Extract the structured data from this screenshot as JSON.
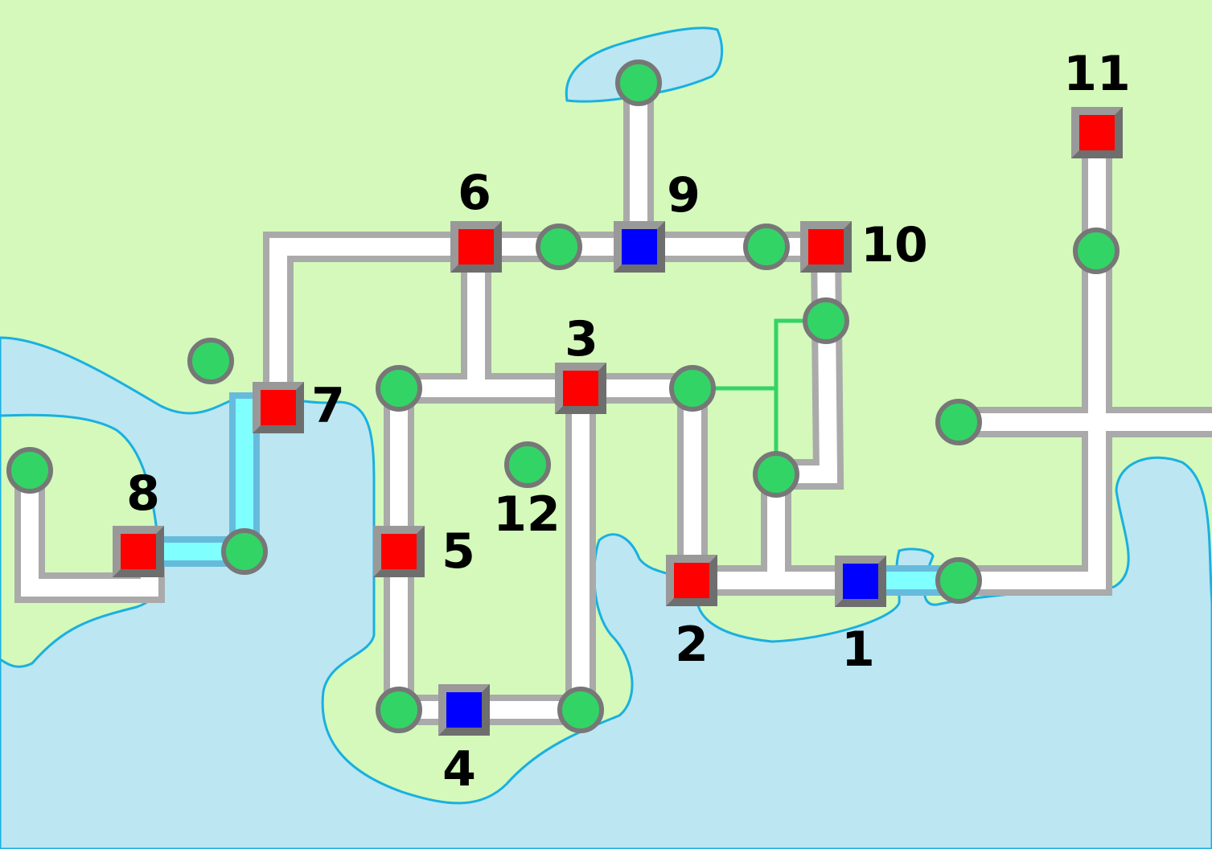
{
  "colors": {
    "land": "#d4f9bb",
    "water": "#bce6f2",
    "shore": "#1ab0e0",
    "road_edge": "#aaaaaa",
    "road_center": "#ffffff",
    "bridge_center": "#80ffff",
    "bridge_edge": "#66bbdd",
    "junction": "#33d466",
    "junction_border": "#777777",
    "red_station": "#ff0000",
    "blue_station": "#0000ff",
    "link": "#33d466"
  },
  "stations": [
    {
      "label": "1",
      "color": "blue"
    },
    {
      "label": "2",
      "color": "red"
    },
    {
      "label": "3",
      "color": "red"
    },
    {
      "label": "4",
      "color": "blue"
    },
    {
      "label": "5",
      "color": "red"
    },
    {
      "label": "6",
      "color": "red"
    },
    {
      "label": "7",
      "color": "red"
    },
    {
      "label": "8",
      "color": "red"
    },
    {
      "label": "9",
      "color": "blue"
    },
    {
      "label": "10",
      "color": "red"
    },
    {
      "label": "11",
      "color": "red"
    }
  ],
  "junction_12": {
    "label": "12"
  }
}
